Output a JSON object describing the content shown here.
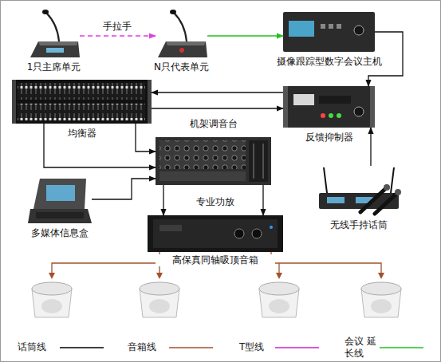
{
  "diagram": {
    "nodes": [
      {
        "text": [
          "1只主席单元"
        ]
      },
      {
        "text": [
          "N只代表单元"
        ]
      },
      {
        "text": [
          "摄像跟踪型数字会议主机"
        ]
      },
      {
        "text": [
          "均衡器"
        ]
      },
      {
        "text": [
          "反馈抑制器"
        ]
      },
      {
        "text": [
          "机架调音台"
        ]
      },
      {
        "text": [
          "专业功放"
        ]
      },
      {
        "text": [
          "多媒体信息盒"
        ]
      },
      {
        "text": [
          "无线手持话筒"
        ]
      }
    ],
    "edges": [
      {
        "from": 0,
        "to": 1,
        "label": "手拉手",
        "arrow": "to"
      },
      {
        "from": 1,
        "to": 2,
        "arrow": "to"
      },
      {
        "from": 2,
        "to": 4,
        "arrow": "to"
      },
      {
        "from": 4,
        "to": 3,
        "arrow": "to"
      },
      {
        "from": 3,
        "to": 4,
        "arrow": "to"
      },
      {
        "from": 3,
        "to": 5,
        "arrow": "to"
      },
      {
        "from": 3,
        "to": 5,
        "arrow": "to"
      },
      {
        "from": 7,
        "to": 5,
        "arrow": "to"
      },
      {
        "from": 5,
        "to": 6,
        "arrow": "to"
      },
      {
        "from": 5,
        "to": 6,
        "arrow": "to"
      },
      {
        "from": 8,
        "to": 4,
        "arrow": "to"
      }
    ],
    "labels": [
      "高保真同轴吸顶音箱"
    ],
    "legend": [
      {
        "text": "话筒线"
      },
      {
        "text": "音箱线"
      },
      {
        "text": "T型线"
      },
      {
        "text": "会议 延长线"
      }
    ]
  }
}
